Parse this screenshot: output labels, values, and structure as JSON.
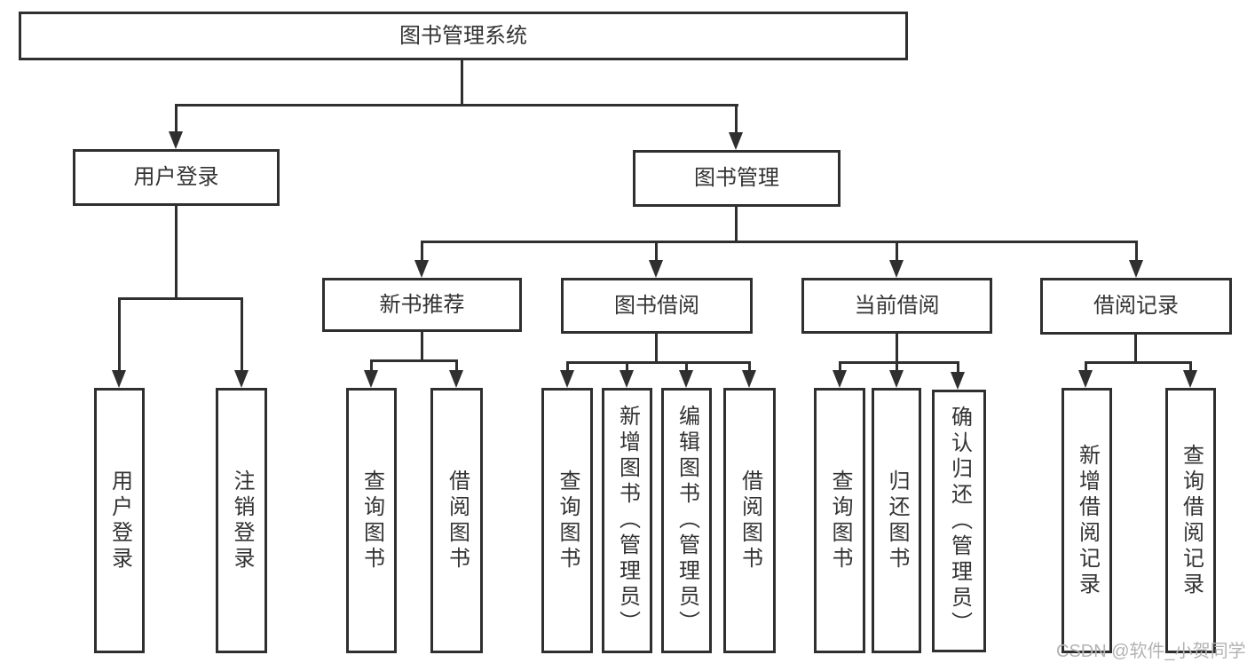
{
  "diagram_type": "tree-structure-chart",
  "colors": {
    "line": "#2f2f2f",
    "text": "#333333",
    "background": "#ffffff",
    "watermark": "#b3b3b3"
  },
  "tree": {
    "root": {
      "label": "图书管理系统",
      "children": [
        {
          "label": "用户登录",
          "children": [
            {
              "label": "用户登录"
            },
            {
              "label": "注销登录"
            }
          ]
        },
        {
          "label": "图书管理",
          "children": [
            {
              "label": "新书推荐",
              "children": [
                {
                  "label": "查询图书"
                },
                {
                  "label": "借阅图书"
                }
              ]
            },
            {
              "label": "图书借阅",
              "children": [
                {
                  "label": "查询图书"
                },
                {
                  "label": "新增图书（管理员）"
                },
                {
                  "label": "编辑图书（管理员）"
                },
                {
                  "label": "借阅图书"
                }
              ]
            },
            {
              "label": "当前借阅",
              "children": [
                {
                  "label": "查询图书"
                },
                {
                  "label": "归还图书"
                },
                {
                  "label": "确认归还（管理员）"
                }
              ]
            },
            {
              "label": "借阅记录",
              "children": [
                {
                  "label": "新增借阅记录"
                },
                {
                  "label": "查询借阅记录"
                }
              ]
            }
          ]
        }
      ]
    }
  },
  "watermark": {
    "label": "CSDN @软件_小贺同学"
  }
}
